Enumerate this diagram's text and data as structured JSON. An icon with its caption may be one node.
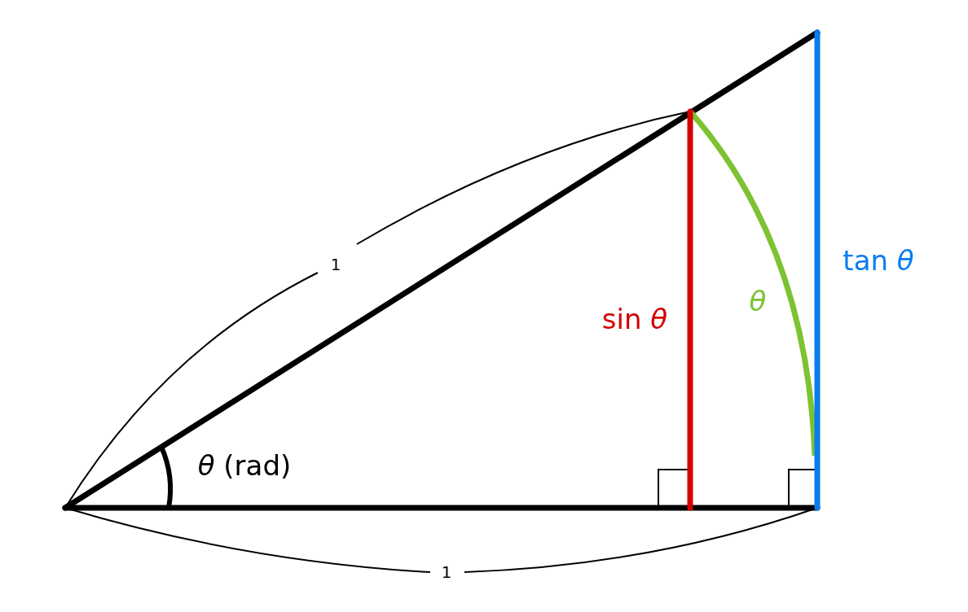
{
  "diagram": {
    "labels": [
      "1",
      "tan *θ*",
      "θ",
      "sin *θ*",
      "*θ* (rad)",
      "1"
    ]
  }
}
